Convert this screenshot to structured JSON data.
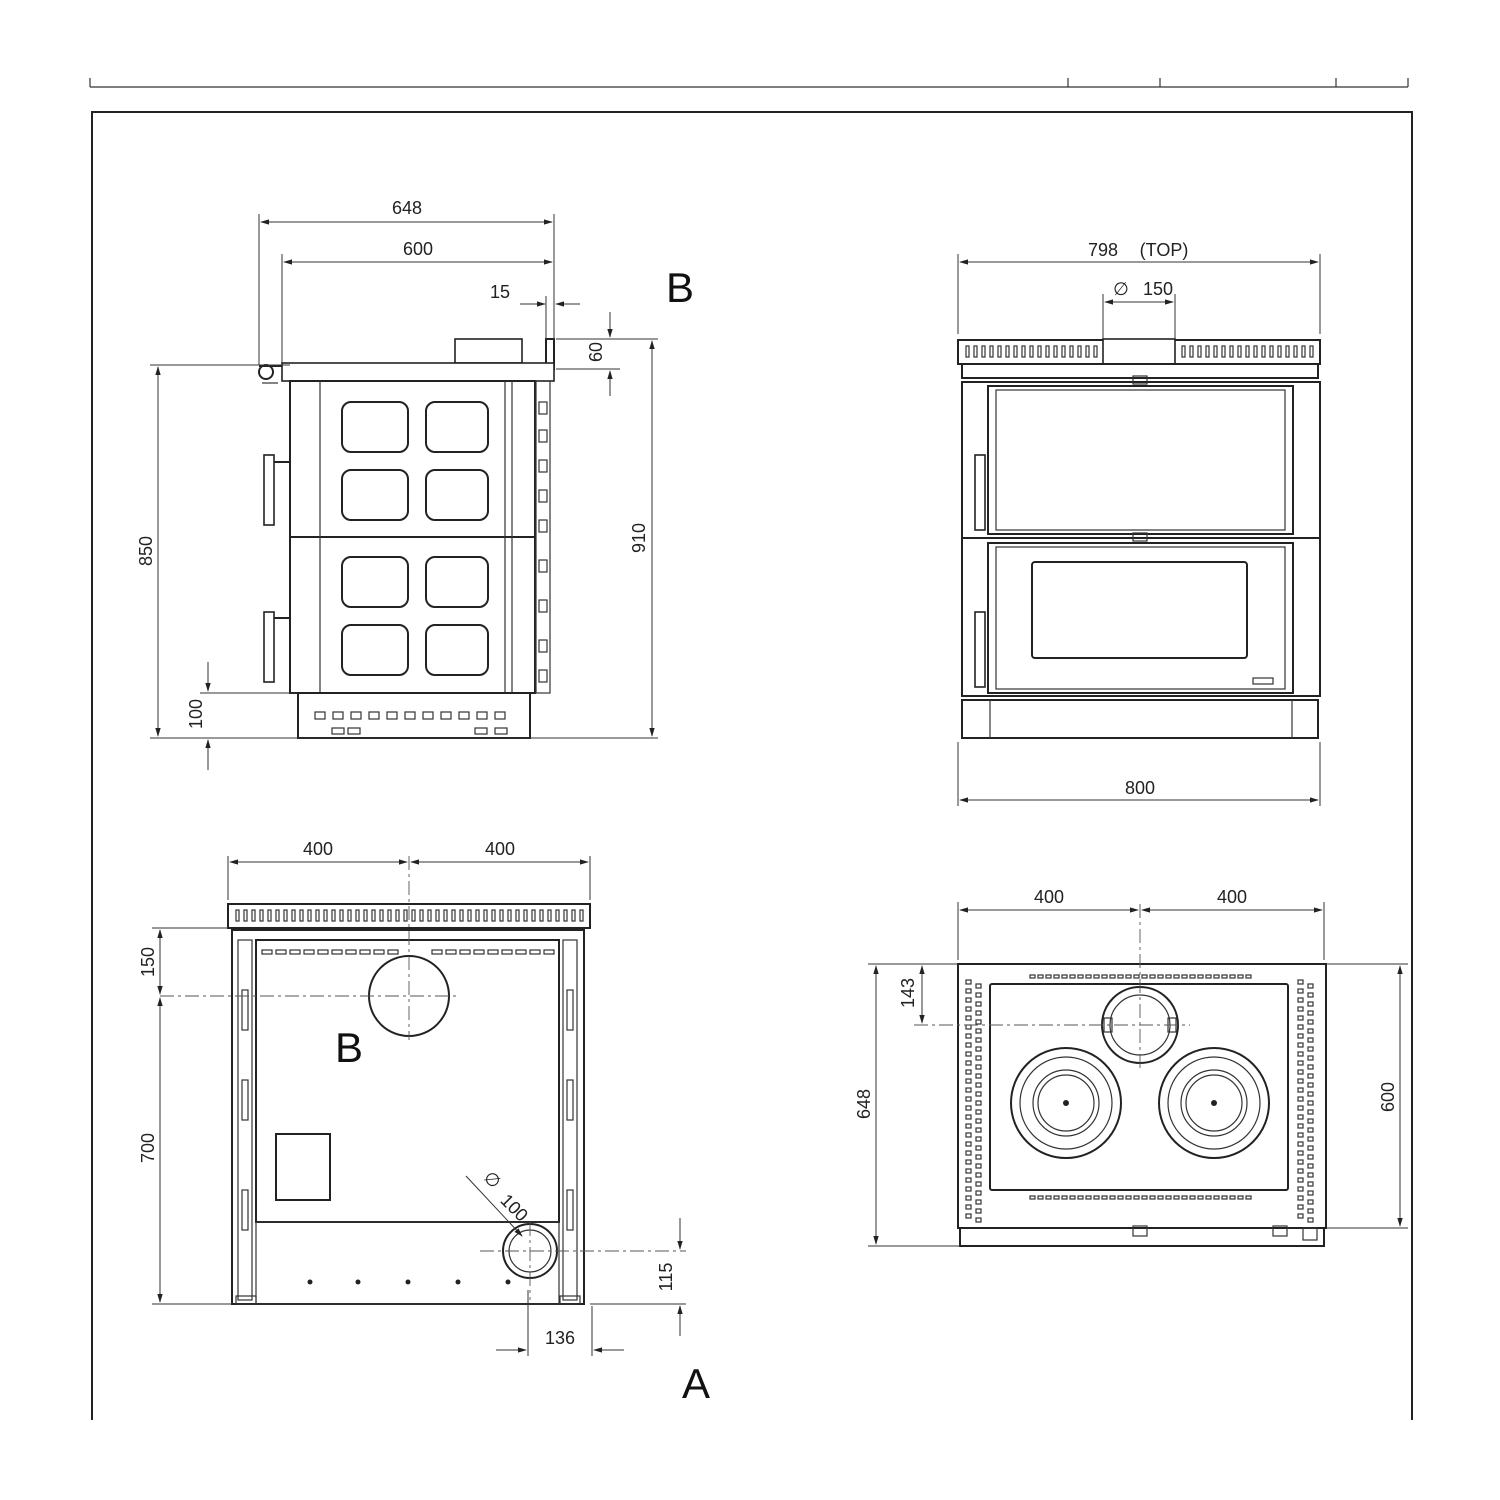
{
  "side_view": {
    "dim_648": "648",
    "dim_600": "600",
    "dim_15": "15",
    "dim_60": "60",
    "dim_850": "850",
    "dim_910": "910",
    "dim_100": "100",
    "label_b": "B"
  },
  "front_view": {
    "dim_798": "798",
    "top_label": "(TOP)",
    "diameter_symbol": "∅",
    "dim_150": "150",
    "dim_800": "800"
  },
  "top_view": {
    "dim_400_left": "400",
    "dim_400_right": "400",
    "dim_150": "150",
    "dim_700": "700",
    "diameter_symbol": "∅",
    "dim_100": "100",
    "dim_115": "115",
    "dim_136": "136",
    "label_b": "B",
    "label_a": "A"
  },
  "plan_view": {
    "dim_400_left": "400",
    "dim_400_right": "400",
    "dim_143": "143",
    "dim_648": "648",
    "dim_600": "600"
  }
}
